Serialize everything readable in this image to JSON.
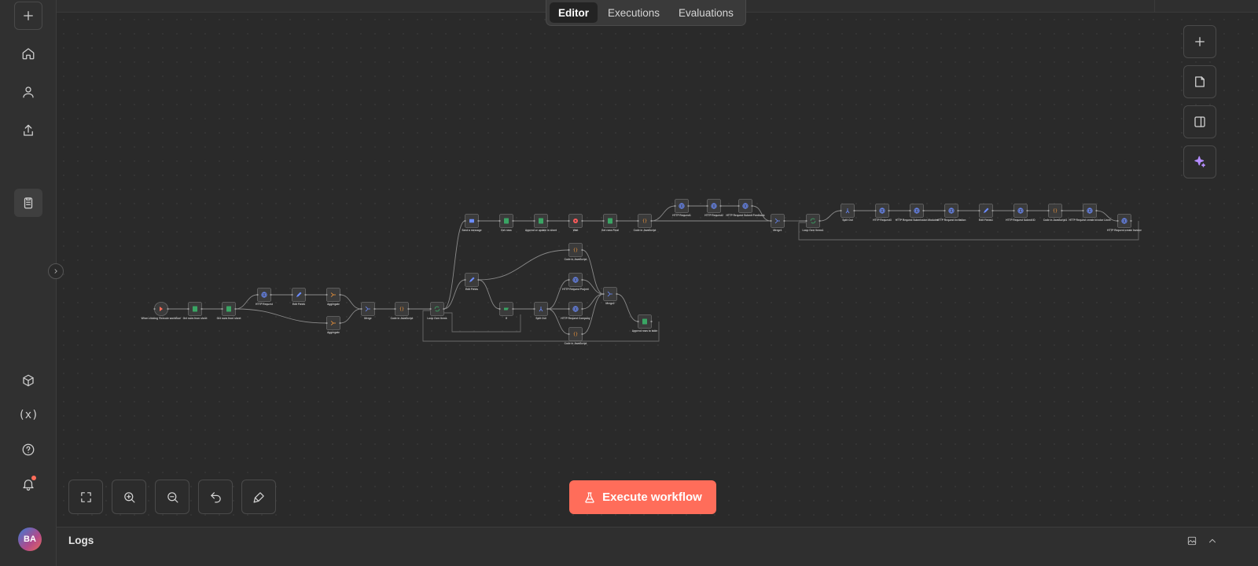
{
  "tabs": [
    {
      "label": "Editor",
      "active": true
    },
    {
      "label": "Executions",
      "active": false
    },
    {
      "label": "Evaluations",
      "active": false
    }
  ],
  "sidebar": {
    "items": [
      {
        "name": "add",
        "icon": "plus-icon"
      },
      {
        "name": "home",
        "icon": "home-icon"
      },
      {
        "name": "personal",
        "icon": "user-icon"
      },
      {
        "name": "shared",
        "icon": "share-icon"
      },
      {
        "name": "templates",
        "icon": "clipboard-icon",
        "active": true
      },
      {
        "name": "packages",
        "icon": "box-icon"
      },
      {
        "name": "variables",
        "icon": "variables-icon",
        "label": "(x)"
      },
      {
        "name": "help",
        "icon": "help-icon"
      },
      {
        "name": "notifications",
        "icon": "bell-icon",
        "has_dot": true
      }
    ],
    "avatar_initials": "BA"
  },
  "right_toolbar": [
    "plus-icon",
    "sticky-note-icon",
    "panel-icon",
    "sparkles-icon"
  ],
  "bottom_controls": [
    "fit-view-icon",
    "zoom-in-icon",
    "zoom-out-icon",
    "undo-icon",
    "tidy-up-icon"
  ],
  "execute_button": {
    "label": "Execute workflow",
    "icon": "flask-icon"
  },
  "logs": {
    "title": "Logs"
  },
  "colors": {
    "accent": "#ff6d5a",
    "canvas": "#2a2a2a",
    "node_bg": "#3b3b3b",
    "node_border": "#6b6b6b",
    "green": "#3aa564",
    "blue": "#6b8cff",
    "purple": "#a87bff",
    "orange": "#ff9d3b",
    "red": "#ff5a5a"
  },
  "nodes": [
    {
      "label": "When clicking 'Execute workflow'",
      "icon": "trigger",
      "color": "#ff6d5a"
    },
    {
      "label": "Get rows from sheet",
      "icon": "sheet",
      "color": "#3aa564"
    },
    {
      "label": "Get rows from sheet",
      "icon": "sheet",
      "color": "#3aa564"
    },
    {
      "label": "HTTP Request",
      "icon": "globe",
      "color": "#6b8cff"
    },
    {
      "label": "Edit Fields",
      "icon": "pen",
      "color": "#6b8cff"
    },
    {
      "label": "Aggregate",
      "icon": "aggregate",
      "color": "#ff9d3b"
    },
    {
      "label": "Aggregate",
      "icon": "aggregate",
      "color": "#ff9d3b"
    },
    {
      "label": "Merge",
      "icon": "merge",
      "color": "#6b8cff"
    },
    {
      "label": "Code in JavaScript",
      "icon": "code",
      "color": "#ff9d3b"
    },
    {
      "label": "Loop Over Items",
      "icon": "loop",
      "color": "#3aa564"
    },
    {
      "label": "Send a message",
      "icon": "gmail",
      "color": "#6b8cff"
    },
    {
      "label": "Get rows",
      "icon": "sheet",
      "color": "#3aa564"
    },
    {
      "label": "Append or update in sheet",
      "icon": "sheet",
      "color": "#3aa564"
    },
    {
      "label": "Wait",
      "icon": "wait",
      "color": "#ff5a5a"
    },
    {
      "label": "Get rows Final",
      "icon": "sheet",
      "color": "#3aa564"
    },
    {
      "label": "Code in JavaScript",
      "icon": "code",
      "color": "#ff9d3b"
    },
    {
      "label": "HTTP Request1",
      "icon": "globe",
      "color": "#6b8cff"
    },
    {
      "label": "HTTP Request2",
      "icon": "globe",
      "color": "#6b8cff"
    },
    {
      "label": "HTTP Request Submit Feedback",
      "icon": "globe",
      "color": "#6b8cff"
    },
    {
      "label": "Merge1",
      "icon": "merge",
      "color": "#6b8cff"
    },
    {
      "label": "Loop Over Items1",
      "icon": "loop",
      "color": "#3aa564"
    },
    {
      "label": "Split Out",
      "icon": "split",
      "color": "#6b8cff"
    },
    {
      "label": "HTTP Request3",
      "icon": "globe",
      "color": "#6b8cff"
    },
    {
      "label": "HTTP Request Submission Modules",
      "icon": "globe",
      "color": "#6b8cff"
    },
    {
      "label": "HTTP Request Invitation",
      "icon": "globe",
      "color": "#6b8cff"
    },
    {
      "label": "Edit Fields1",
      "icon": "pen",
      "color": "#6b8cff"
    },
    {
      "label": "HTTP Request Submit ID",
      "icon": "globe",
      "color": "#6b8cff"
    },
    {
      "label": "Code in JavaScript1",
      "icon": "code",
      "color": "#ff9d3b"
    },
    {
      "label": "HTTP Request create Invoice Lines",
      "icon": "globe",
      "color": "#6b8cff"
    },
    {
      "label": "HTTP Request create Invoice",
      "icon": "globe",
      "color": "#6b8cff"
    },
    {
      "label": "Edit Fields",
      "icon": "pen",
      "color": "#6b8cff"
    },
    {
      "label": "Code in JavaScript",
      "icon": "code",
      "color": "#ff9d3b"
    },
    {
      "label": "If",
      "icon": "if",
      "color": "#3aa564"
    },
    {
      "label": "Split Out",
      "icon": "split",
      "color": "#6b8cff"
    },
    {
      "label": "HTTP Request Project",
      "icon": "globe",
      "color": "#6b8cff"
    },
    {
      "label": "HTTP Request Company",
      "icon": "globe",
      "color": "#6b8cff"
    },
    {
      "label": "Code in JavaScript",
      "icon": "code",
      "color": "#ff9d3b"
    },
    {
      "label": "Merge2",
      "icon": "merge",
      "color": "#6b8cff"
    },
    {
      "label": "Append rows to table",
      "icon": "sheet",
      "color": "#3aa564"
    }
  ]
}
